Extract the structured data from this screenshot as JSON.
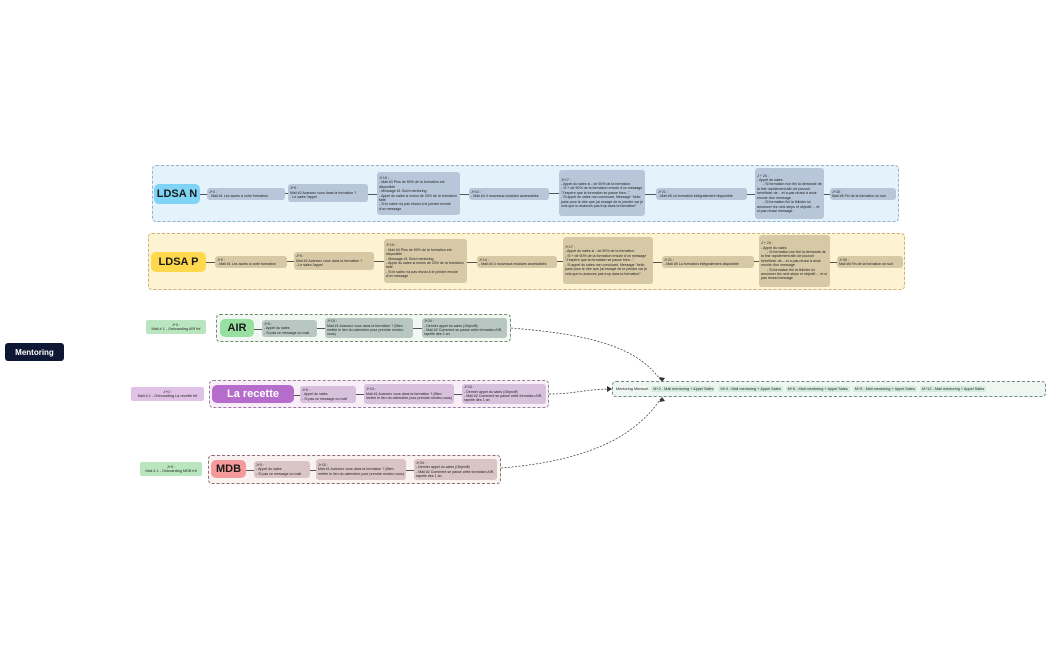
{
  "root": {
    "label": "Mentoring"
  },
  "lanes": {
    "ldsa_n": {
      "title": "LDSA N",
      "cards": [
        {
          "header": "J+0 :",
          "lines": [
            "- Mail #1 Les accès à votre formation"
          ]
        },
        {
          "header": "J+5 :",
          "lines": [
            "Mail #2 Avancez vous dans la formation ?",
            "- Le sales l'appel"
          ]
        },
        {
          "header": "J+10 :",
          "lines": [
            "- Mail #3 Plus de 50% de la formation est disponible",
            "- Message #1 Suivi mentoring",
            "- Appel du sales si moins de 20% de la formation faite",
            "- Si le sales n'a pas réussi à le joindre envoie d'un message"
          ]
        },
        {
          "header": "J+14 :",
          "lines": [
            "- Mail #4 4 nouveaux modules accessibles"
          ]
        },
        {
          "header": "J+17 :",
          "lines": [
            "- Appel du sales si - de 50% de la formation",
            "- Si + de 50% de la formation envoie d'un message \"J'espère que la formation se passe bien...\"",
            "- Si appel du sales non concluant, Message \"hello juste pour te dire que j'ai essayé de te joindre car je vois que tu avances pas trop dans la formation\""
          ]
        },
        {
          "header": "J+21 :",
          "lines": [
            "- Mail #5 La formation intégralement disponible"
          ]
        },
        {
          "header": "J + 24 :",
          "lines": [
            "- Appel du sales",
            "      - Si formation non fini la demande de la finir rapidement afin de pouvoir bénéficier de... et a pas réussi à avoir envoie d'un message",
            "      - Si formation fini la féliciter lui annoncer les next steps et objectif ... et si pas réussi message"
          ]
        },
        {
          "header": "J+30 :",
          "lines": [
            "Mail #6 Fin de la formation ce soir"
          ]
        }
      ]
    },
    "ldsa_p": {
      "title": "LDSA P",
      "cards": [
        {
          "header": "J+0 :",
          "lines": [
            "- Mail #1 Les accès à votre formation"
          ]
        },
        {
          "header": "J+5 :",
          "lines": [
            "Mail #2 Avancez vous dans la formation ?",
            "- Le sales l'appel"
          ]
        },
        {
          "header": "J+10 :",
          "lines": [
            "- Mail #3 Plus de 50% de la formation est disponible",
            "- Message #1 Suivi mentoring",
            "- Appel du sales si moins de 20% de la formation faite",
            "- Si le sales n'a pas réussi à le joindre envoie d'un message"
          ]
        },
        {
          "header": "J+14 :",
          "lines": [
            "- Mail #4 4 nouveaux modules accessibles"
          ]
        },
        {
          "header": "J+17 :",
          "lines": [
            "- Appel du sales si - de 50% de la formation",
            "- Si + de 50% de la formation envoie d'un message \"J'espère que la formation se passe bien...\"",
            "- Si appel du sales non concluant, Message \"hello juste pour te dire que j'ai essayé de te joindre car je vois que tu avances pas trop dans la formation\""
          ]
        },
        {
          "header": "J+21 :",
          "lines": [
            "- Mail #5 La formation intégralement disponible"
          ]
        },
        {
          "header": "J + 24 :",
          "lines": [
            "- Appel du sales",
            "      - Si formation non fini la demande de la finir rapidement afin de pouvoir bénéficier de... et a pas réussi à avoir envoie d'un message",
            "      - Si formation fini la féliciter lui annoncer les next steps et objectif ... et si pas réussi message"
          ]
        },
        {
          "header": "J+30 :",
          "lines": [
            "Mail #6 Fin de la formation ce soir"
          ]
        }
      ]
    },
    "air": {
      "title": "AIR",
      "onboarding": [
        "J+0 :",
        "Mail # 1 - Onboarding AIR fnf"
      ],
      "cards": [
        {
          "header": "J+5 :",
          "lines": [
            "- Appel du sales",
            "- Si pas ce message ou mail"
          ]
        },
        {
          "header": "J+15 :",
          "lines": [
            "Mail #1 Avancez vous dans la formation ? (Bien mettre le lien du calendrier pour prendre rendez-vous)"
          ]
        },
        {
          "header": "J+24 :",
          "lines": [
            "- Dernier appel du sales (Objectif)",
            "- Mail #2 Comment se passe cette formation AIR, rapelle des 1 an"
          ]
        }
      ]
    },
    "recette": {
      "title": "La recette",
      "onboarding": [
        "J+0 :",
        "Mail # 1 - Onboarding La recette fnf"
      ],
      "cards": [
        {
          "header": "J+5 :",
          "lines": [
            "- Appel du sales",
            "- Si pas ce message ou mail"
          ]
        },
        {
          "header": "J+15 :",
          "lines": [
            "Mail #1 Avancez vous dans la formation ? (Bien mettre le lien du calendrier pour prendre rendez-vous)"
          ]
        },
        {
          "header": "J+24 :",
          "lines": [
            "- Dernier appel du sales (Objectif)",
            "- Mail #2 Comment se passe cette formation AIR, rapelle des 1 an"
          ]
        }
      ]
    },
    "mdb": {
      "title": "MDB",
      "onboarding": [
        "J+0 :",
        "Mail # 1 - Onboarding MDB fnf"
      ],
      "cards": [
        {
          "header": "J+5 :",
          "lines": [
            "- Appel du sales",
            "- Si pas ce message ou mail"
          ]
        },
        {
          "header": "J+15 :",
          "lines": [
            "Mail #1 Avancez vous dans la formation ? (Bien mettre le lien du calendrier pour prendre rendez-vous)"
          ]
        },
        {
          "header": "J+24 :",
          "lines": [
            "- Dernier appel du sales (Objectif)",
            "- Mail #2 Comment se passe cette formation AIR, rapelle des 1 an"
          ]
        }
      ]
    }
  },
  "mentoring_mensuel": {
    "label": "Mentoring Mensuel",
    "steps": [
      "M+2 - Mail mentoring + Appel Sales",
      "M+4 - Mail mentoring + Appel Sales",
      "M+6 - Mail mentoring + Appel Sales",
      "M+9 - Mail mentoring + Appel Sales",
      "M+12 - Mail mentoring + Appel Sales"
    ]
  },
  "colors": {
    "root_bg": "#0e1733",
    "ldsa_n_title": "#7fd3f5",
    "ldsa_p_title": "#ffd84d",
    "air_title": "#98e0a1",
    "recette_title": "#b66ccb",
    "mdb_title": "#f59a9a"
  }
}
